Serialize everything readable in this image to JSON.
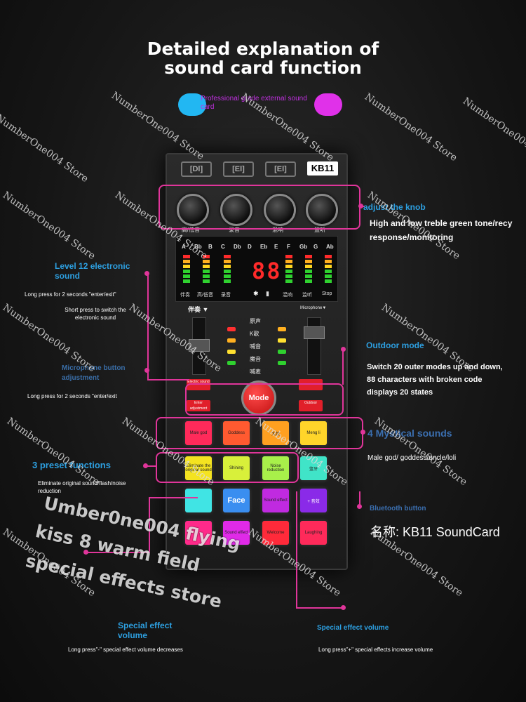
{
  "title": {
    "line1": "Detailed explanation of",
    "line2": "sound card function"
  },
  "subtitle": "Professional grade external sound card",
  "device": {
    "logos": [
      "[Dl]",
      "[El]",
      "[El]"
    ],
    "model": "KB11",
    "knobs": [
      "高/低音",
      "录音",
      "混响",
      "监听"
    ],
    "notes": [
      "A",
      "Bb",
      "B",
      "C",
      "Db",
      "D",
      "Eb",
      "E",
      "F",
      "Gb",
      "G",
      "Ab"
    ],
    "display": "88",
    "channels": [
      "伴奏",
      "高/低音",
      "录音",
      "混响",
      "监听",
      "Stop"
    ],
    "fader_left_label": "伴奏 ▼",
    "fader_right_label": "Microphone▼",
    "voice_modes": [
      "原声",
      "K歌",
      "喊音",
      "魔音",
      "喊麦"
    ],
    "small_buttons": [
      "Electric sound",
      "Enter adjustment",
      "",
      "Outdoor"
    ],
    "mode_label": "Mode",
    "row1": [
      "Male god",
      "Goddess",
      "大叔",
      "Meng li"
    ],
    "row2": [
      "Eliminate the original sound",
      "Shining",
      "Noise reduction",
      "篮牙"
    ],
    "row3": [
      "",
      "Face",
      "Sound effect",
      "+ 音效"
    ],
    "row4": [
      "",
      "Sound effect",
      "Welcome",
      "Laughing"
    ]
  },
  "labels": {
    "adjust_knob": "adjust the knob",
    "knob_desc": "High and low treble green tone/recy response/monitoring",
    "level12": "Level 12 electronic sound",
    "long_press_enter": "Long press for 2 seconds \"enter/exit\"",
    "short_press": "Short press to switch the electronic sound",
    "mic_button": "Microphone button adjustment",
    "long_press_enter2": "Long press for 2 seconds \"enter/exit",
    "outdoor_mode": "Outdoor mode",
    "outdoor_desc": "Switch 20 outer modes up and down, 88 characters with broken code displays 20 states",
    "vocal_sounds": "4 Mystical sounds",
    "vocal_desc": "Male god/ goddess/uncle/loli",
    "preset": "3 preset functions",
    "preset_desc": "Eliminate original sound/flash/noise reduction",
    "bluetooth": "Bluetooth button",
    "product_name": "名称: KB11 SoundCard",
    "effect_vol_left": "Special effect volume",
    "effect_vol_left_desc": "Long press\"-\" special effect volume decreases",
    "effect_vol_right": "Special effect volume",
    "effect_vol_right_desc": "Long press\"+\" special effects increase volume"
  },
  "watermarks": {
    "store": "NumberOne004 Store",
    "big1": "Umber0ne004 flying",
    "big2": "kiss 8 warm field",
    "big3": "special effects store"
  },
  "colors": {
    "accent": "#e0359a",
    "label_blue": "#2d9fe0",
    "pill_left": "#22b7f2",
    "pill_right": "#e031e9"
  }
}
